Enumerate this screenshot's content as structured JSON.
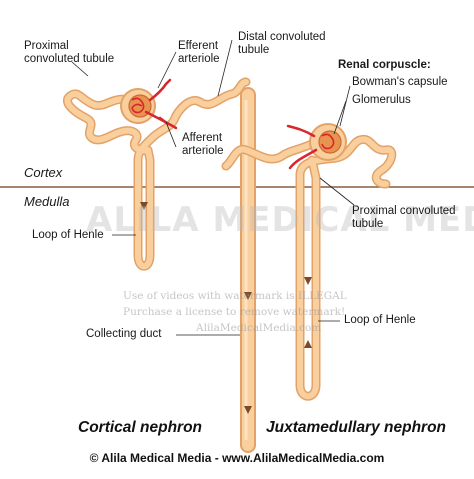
{
  "labels": {
    "proximal_top": "Proximal convoluted tubule",
    "efferent": "Efferent arteriole",
    "distal": "Distal convoluted tubule",
    "renal_corpuscle": "Renal corpuscle:",
    "bowman": "Bowman's capsule",
    "glomerulus": "Glomerulus",
    "afferent": "Afferent arteriole",
    "cortex": "Cortex",
    "medulla": "Medulla",
    "loop_left": "Loop of Henle",
    "proximal_right": "Proximal convoluted tubule",
    "loop_right": "Loop of Henle",
    "collecting_duct": "Collecting duct"
  },
  "captions": {
    "cortical": "Cortical nephron",
    "juxtamedullary": "Juxtamedullary nephron"
  },
  "footer": "© Alila Medical Media - www.AlilaMedicalMedia.com",
  "watermark": {
    "big": "ALILA MEDICAL MEDIA",
    "line1": "Use of videos with watermark is ILLEGAL",
    "line2": "Purchase a license to remove watermark!",
    "line3": "AlilaMedicalMedia.com"
  },
  "colors": {
    "tubule_fill": "#f9cf9d",
    "tubule_edge": "#e3a267",
    "vessel_red": "#d9262d",
    "boundary": "#8a5b3b",
    "arrow": "#7a4b2a"
  }
}
